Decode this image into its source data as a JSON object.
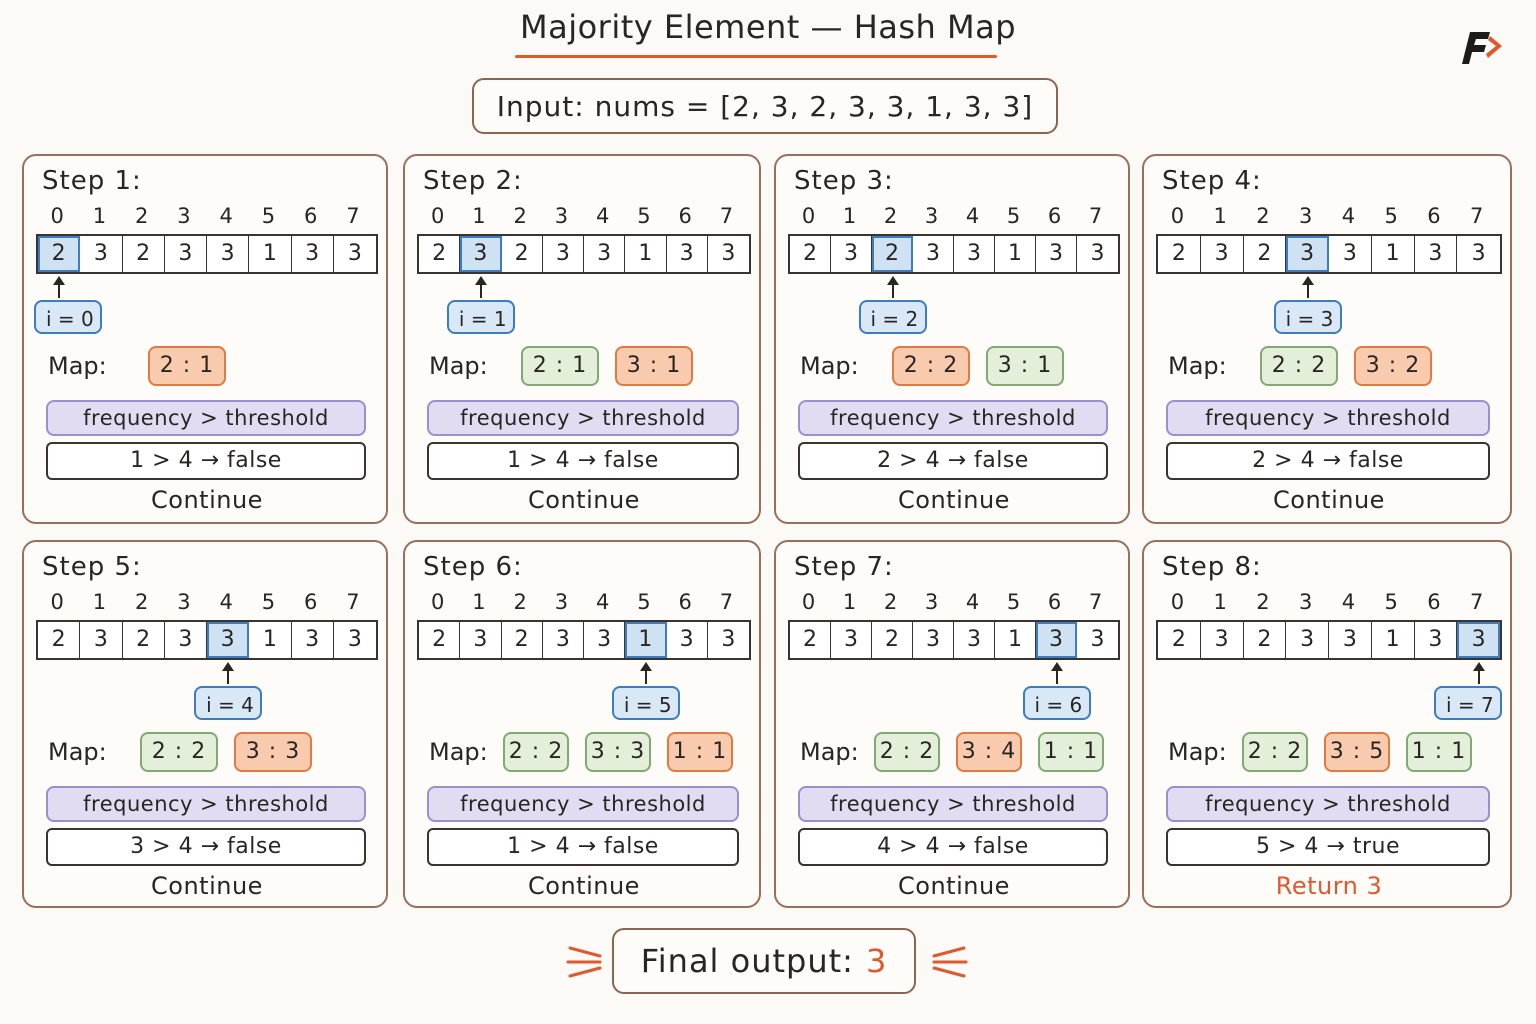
{
  "title": "Majority Element — Hash Map",
  "input_label": "Input: nums = [2, 3, 2, 3, 3, 1, 3, 3]",
  "map_label": "Map:",
  "condition_label": "frequency > threshold",
  "indices": [
    "0",
    "1",
    "2",
    "3",
    "4",
    "5",
    "6",
    "7"
  ],
  "nums": [
    "2",
    "3",
    "2",
    "3",
    "3",
    "1",
    "3",
    "3"
  ],
  "colors": {
    "accent": "#e2582d",
    "highlight": "#3d7cc0",
    "map_green": "#e3efd9",
    "map_orange": "#f9cbae",
    "condition": "#e2dcf2"
  },
  "steps": [
    {
      "label": "Step 1:",
      "i_label": "i = 0",
      "map": [
        {
          "text": "2 : 1",
          "state": "orange"
        }
      ],
      "eval": "1 > 4 → false",
      "result": "Continue"
    },
    {
      "label": "Step 2:",
      "i_label": "i = 1",
      "map": [
        {
          "text": "2 : 1",
          "state": "green"
        },
        {
          "text": "3 : 1",
          "state": "orange"
        }
      ],
      "eval": "1 > 4 → false",
      "result": "Continue"
    },
    {
      "label": "Step 3:",
      "i_label": "i = 2",
      "map": [
        {
          "text": "2 : 2",
          "state": "orange"
        },
        {
          "text": "3 : 1",
          "state": "green"
        }
      ],
      "eval": "2 > 4 → false",
      "result": "Continue"
    },
    {
      "label": "Step 4:",
      "i_label": "i = 3",
      "map": [
        {
          "text": "2 : 2",
          "state": "green"
        },
        {
          "text": "3 : 2",
          "state": "orange"
        }
      ],
      "eval": "2 > 4 → false",
      "result": "Continue"
    },
    {
      "label": "Step 5:",
      "i_label": "i = 4",
      "map": [
        {
          "text": "2 : 2",
          "state": "green"
        },
        {
          "text": "3 : 3",
          "state": "orange"
        }
      ],
      "eval": "3 > 4 → false",
      "result": "Continue"
    },
    {
      "label": "Step 6:",
      "i_label": "i = 5",
      "map": [
        {
          "text": "2 : 2",
          "state": "green"
        },
        {
          "text": "3 : 3",
          "state": "green"
        },
        {
          "text": "1 : 1",
          "state": "orange"
        }
      ],
      "eval": "1 > 4 → false",
      "result": "Continue"
    },
    {
      "label": "Step 7:",
      "i_label": "i = 6",
      "map": [
        {
          "text": "2 : 2",
          "state": "green"
        },
        {
          "text": "3 : 4",
          "state": "orange"
        },
        {
          "text": "1 : 1",
          "state": "green"
        }
      ],
      "eval": "4 > 4 → false",
      "result": "Continue"
    },
    {
      "label": "Step 8:",
      "i_label": "i = 7",
      "map": [
        {
          "text": "2 : 2",
          "state": "green"
        },
        {
          "text": "3 : 5",
          "state": "orange"
        },
        {
          "text": "1 : 1",
          "state": "green"
        }
      ],
      "eval": "5 > 4 → true",
      "result": "Return 3",
      "result_state": "return"
    }
  ],
  "final": {
    "label": "Final output:",
    "value": "3"
  }
}
